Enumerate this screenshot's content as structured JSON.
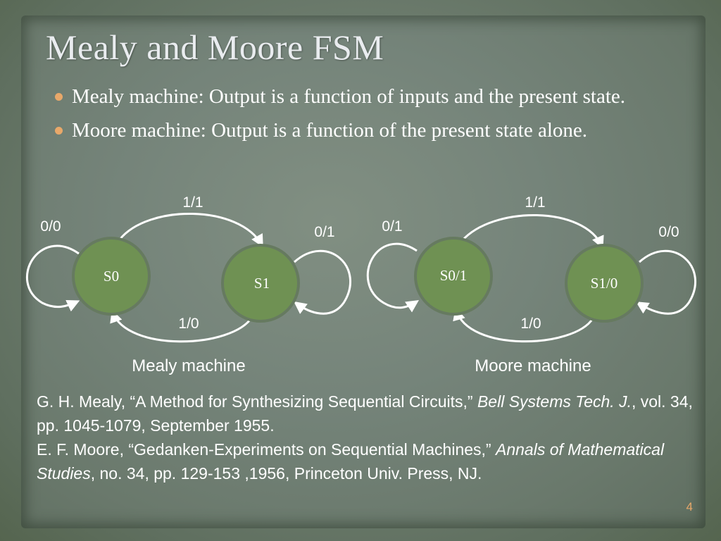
{
  "slide": {
    "title": "Mealy and Moore FSM",
    "bullets": [
      "Mealy machine: Output is a function of inputs and the present state.",
      "Moore machine: Output is a function of the present state alone."
    ],
    "page_number": "4",
    "colors": {
      "background": "#6f7e70",
      "state_fill": "#6f9153",
      "bullet": "#e8a86a",
      "text": "#ffffff"
    }
  },
  "mealy": {
    "caption": "Mealy machine",
    "states": [
      "S0",
      "S1"
    ],
    "transitions": {
      "s0_self": "0/0",
      "s0_to_s1": "1/1",
      "s1_self": "0/1",
      "s1_to_s0": "1/0"
    }
  },
  "moore": {
    "caption": "Moore machine",
    "states": [
      "S0/1",
      "S1/0"
    ],
    "transitions": {
      "s0_self": "0/1",
      "s0_to_s1": "1/1",
      "s1_self": "0/0",
      "s1_to_s0": "1/0"
    }
  },
  "references": {
    "ref1_prefix": "G. H. Mealy, “A Method for Synthesizing Sequential Circuits,”",
    "ref1_journal": "Bell Systems Tech. J.",
    "ref1_suffix": ", vol. 34, pp. 1045-1079, September 1955.",
    "ref2_prefix": "E. F. Moore, “Gedanken-Experiments on Sequential Machines,”",
    "ref2_journal": "Annals of Mathematical Studies",
    "ref2_suffix": ", no. 34, pp. 129-153 ,1956, Princeton Univ. Press, NJ."
  }
}
